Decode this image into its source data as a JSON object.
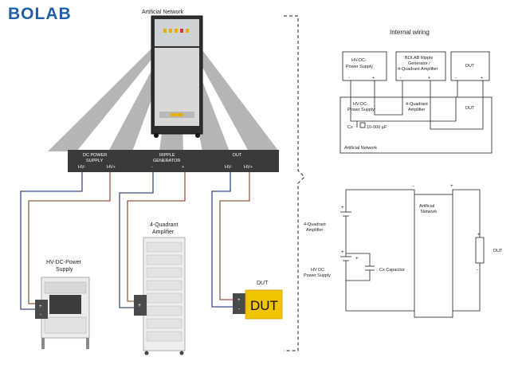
{
  "brand": {
    "logo_text": "BOLAB",
    "primary_color": "#1f5fa8"
  },
  "left_setup": {
    "artificial_network_title": "Artificial Network",
    "bar_labels": {
      "dc_power_supply": [
        "DC POWER",
        "SUPPLY"
      ],
      "ripple_generator": [
        "RIPPLE",
        "GENERATOR"
      ],
      "dut": "DUT"
    },
    "terminal_labels": {
      "hv_minus_1": "HV-",
      "hv_plus_1": "HV+",
      "minus": "-",
      "plus": "+",
      "hv_minus_2": "HV-",
      "hv_plus_2": "HV+"
    },
    "four_quadrant_label": [
      "4-Quadrant",
      "Amplifier"
    ],
    "hv_dc_label": [
      "HV-DC-Power",
      "Supply"
    ],
    "dut_label": "DUT",
    "dut_box_text": "DUT",
    "terminal_signs": {
      "plus": "+",
      "minus": "-"
    },
    "wire_colors": {
      "blue": "#3c4e8f",
      "red": "#9a5a44"
    }
  },
  "internal_wiring": {
    "title": "Internal wiring",
    "boxes": {
      "hv_dc": [
        "HV-DC-",
        "Power Supply"
      ],
      "ripple": [
        "BOLAB Ripple",
        "Generator /",
        "4-Quadrant Amplifier"
      ],
      "dut": "DUT"
    },
    "network_labels": {
      "hv_dc": [
        "HV-DC-",
        "Power Supply"
      ],
      "amplifier": [
        "4-Quadrant",
        "Amplifier"
      ],
      "dut": "DUT"
    },
    "cx_label": "Cx",
    "cx_value": "10-000 µF",
    "network_caption": "Artificial Network",
    "signs": {
      "plus": "+",
      "minus": "-"
    }
  },
  "schematic": {
    "artificial_network": [
      "Artificial",
      "Network"
    ],
    "amplifier": [
      "4-Quadrant",
      "Amplifier"
    ],
    "power_supply": [
      "HV DC",
      "Power Supply"
    ],
    "capacitor": "Cx Capacitor",
    "dut": "DUT",
    "signs": {
      "plus": "+",
      "minus": "-"
    }
  }
}
